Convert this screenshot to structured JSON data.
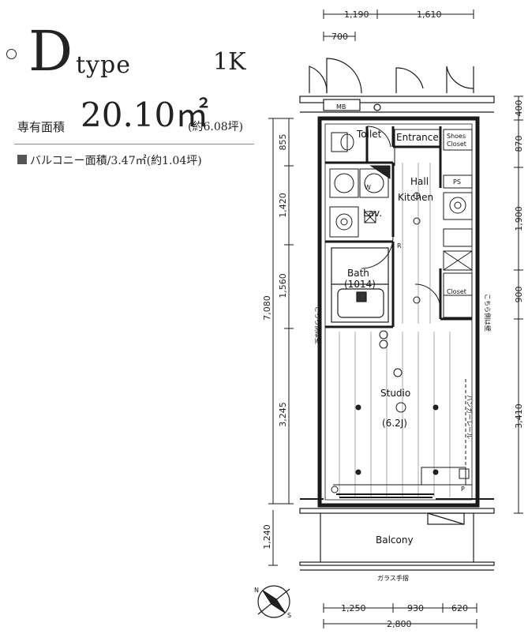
{
  "header": {
    "type_letter": "D",
    "type_word": "type",
    "layout_name": "1K",
    "area_label": "専有面積",
    "area_value": "20.10㎡",
    "area_sub": "(約6.08坪)",
    "balcony_area": "バルコニー面積/3.47㎡(約1.04坪)"
  },
  "dimensions": {
    "top_1": "1,190",
    "top_2": "1,610",
    "top_3": "700",
    "left_1": "855",
    "left_2": "1,420",
    "left_3": "1,560",
    "left_4": "3,245",
    "left_total": "7,080",
    "left_balcony": "1,240",
    "right_1": "400",
    "right_2": "870",
    "right_3": "1,900",
    "right_4": "900",
    "right_5": "3,410",
    "bottom_1": "1,250",
    "bottom_2": "930",
    "bottom_3": "620",
    "bottom_total": "2,800"
  },
  "rooms": {
    "toilet": "Toilet",
    "entrance": "Entrance",
    "shoes_closet_1": "Shoes",
    "shoes_closet_2": "Closet",
    "hall": "Hall",
    "ps": "PS",
    "kitchen": "Kitchen",
    "lav": "Lav.",
    "bath": "Bath",
    "bath_size": "(1014)",
    "closet": "Closet",
    "studio": "Studio",
    "studio_size": "(6.2J)",
    "balcony": "Balcony"
  },
  "labels": {
    "mb": "MB",
    "w": "W",
    "r": "R",
    "p": "P",
    "left_wall_note": "こちら側は壁",
    "right_wall_note": "こちら側は壁",
    "hanger_rail": "ハンガーレール",
    "glass_rail": "ガラス手摺"
  },
  "compass": {
    "n": "N",
    "s": "S"
  }
}
